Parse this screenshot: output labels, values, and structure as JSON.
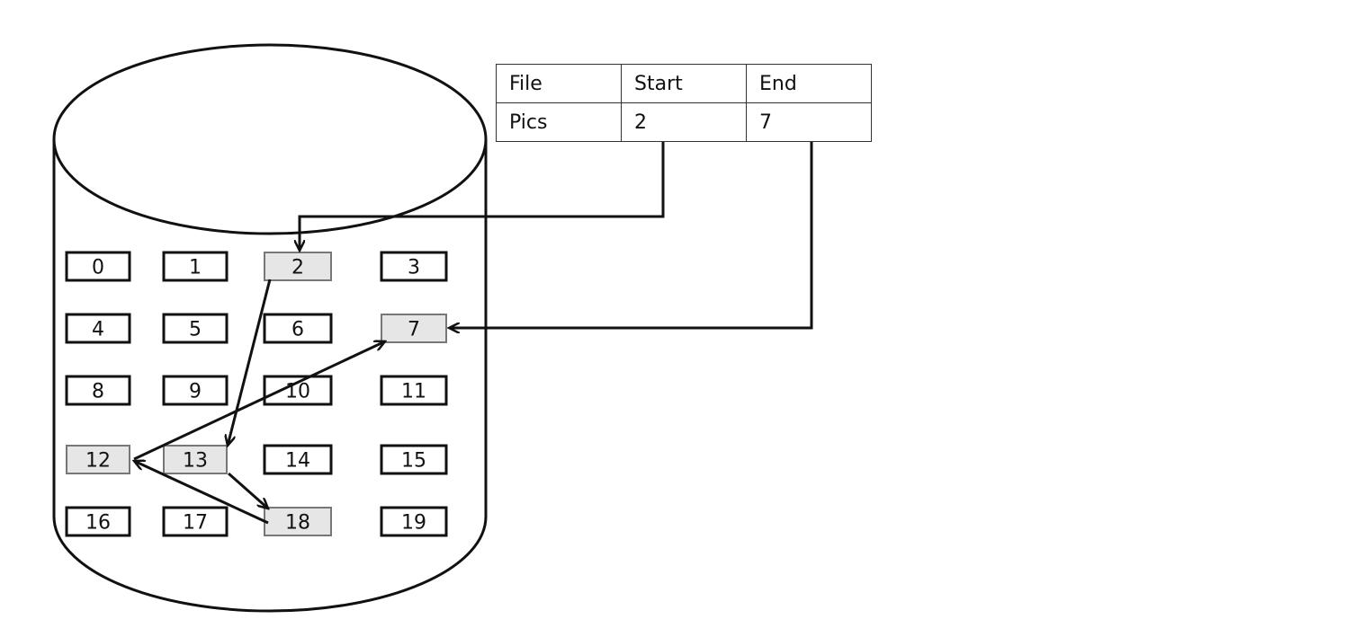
{
  "table": {
    "headers": [
      "File",
      "Start",
      "End"
    ],
    "row": [
      "Pics",
      "2",
      "7"
    ]
  },
  "disk": {
    "blocks": [
      "0",
      "1",
      "2",
      "3",
      "4",
      "5",
      "6",
      "7",
      "8",
      "9",
      "10",
      "11",
      "12",
      "13",
      "14",
      "15",
      "16",
      "17",
      "18",
      "19"
    ],
    "used_blocks": [
      "2",
      "13",
      "18",
      "12",
      "7"
    ]
  },
  "colors": {
    "line": "#111111",
    "used_block_fill": "#e6e6e6"
  }
}
